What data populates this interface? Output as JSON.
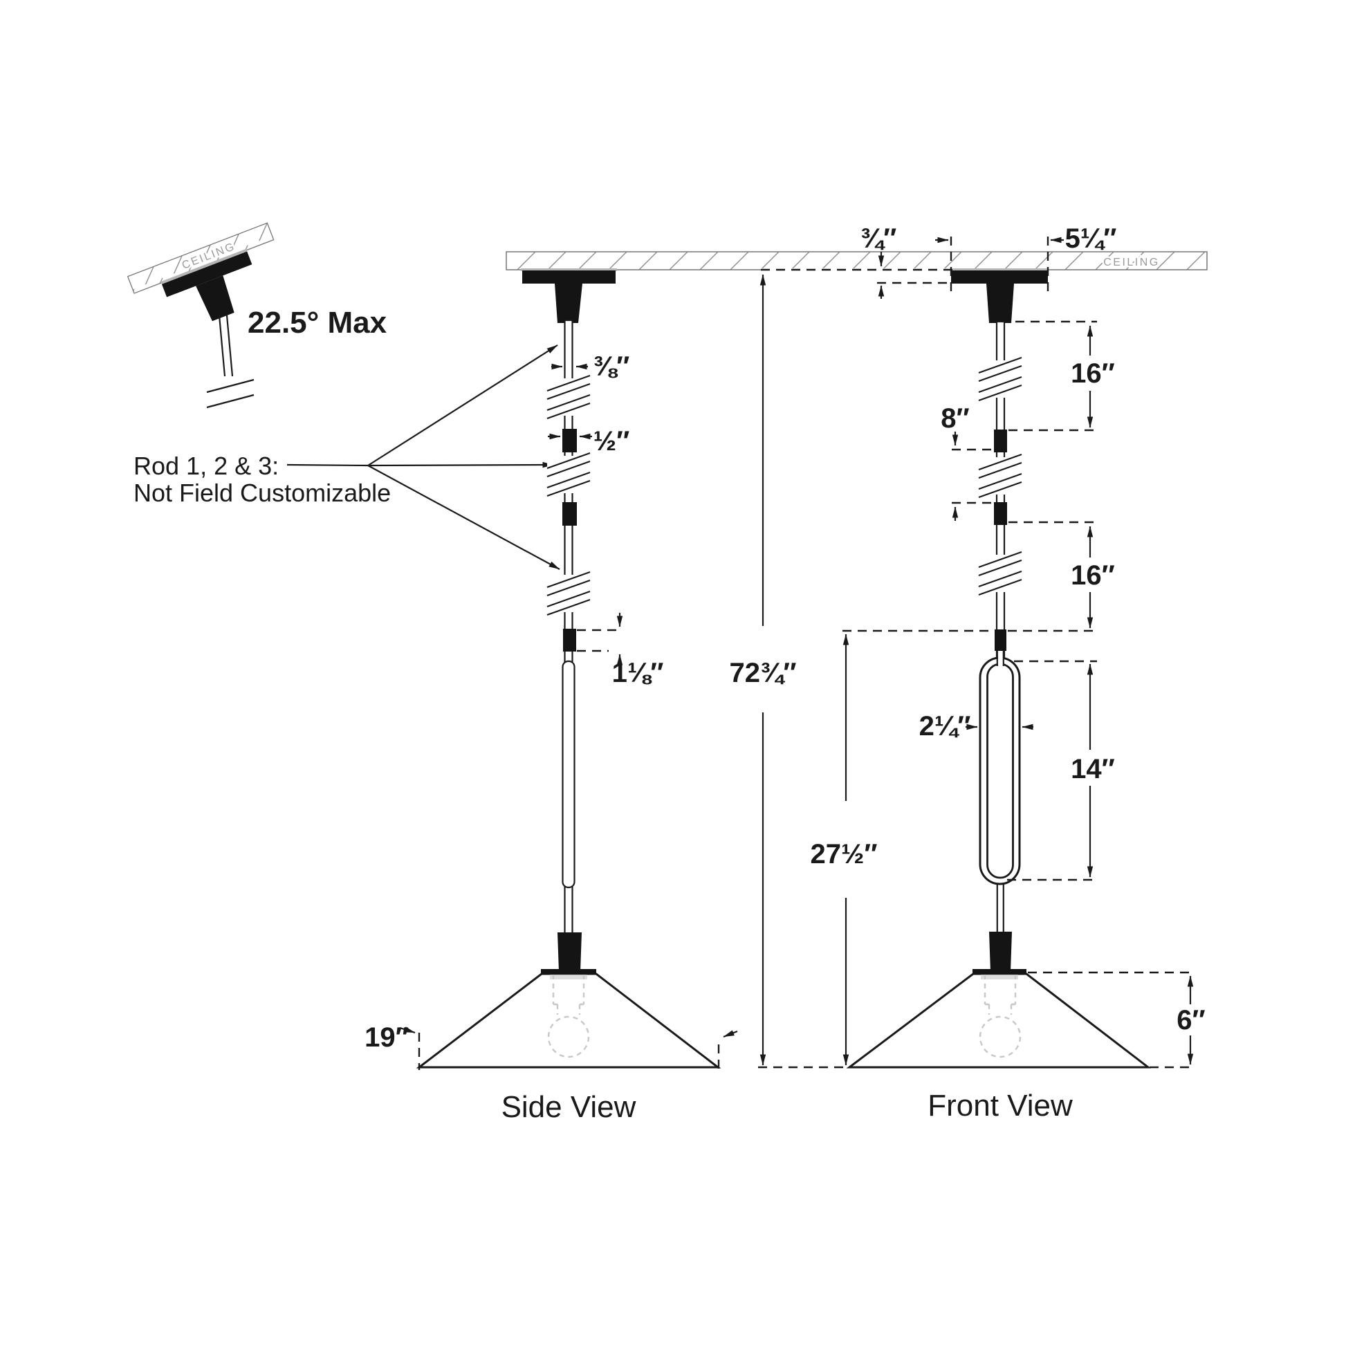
{
  "detail": {
    "ceiling_label": "CEILING",
    "angle_max": "22.5° Max"
  },
  "note": {
    "line1": "Rod 1, 2 & 3:",
    "line2": "Not Field Customizable"
  },
  "side": {
    "caption": "Side View",
    "rod_diameter": "⅜″",
    "coupler_diameter": "½″",
    "coupler_length": "1⅛″",
    "shade_width": "19″",
    "overall_height": "72¾″"
  },
  "front": {
    "caption": "Front View",
    "ceiling_label": "CEILING",
    "canopy_reveal": "¾″",
    "canopy_width": "5¼″",
    "rod_top_length": "16″",
    "rod_mid_length": "8″",
    "rod_bottom_length": "16″",
    "loop_width": "2¼″",
    "loop_length": "14″",
    "lower_drop": "27½″",
    "shade_height": "6″"
  }
}
